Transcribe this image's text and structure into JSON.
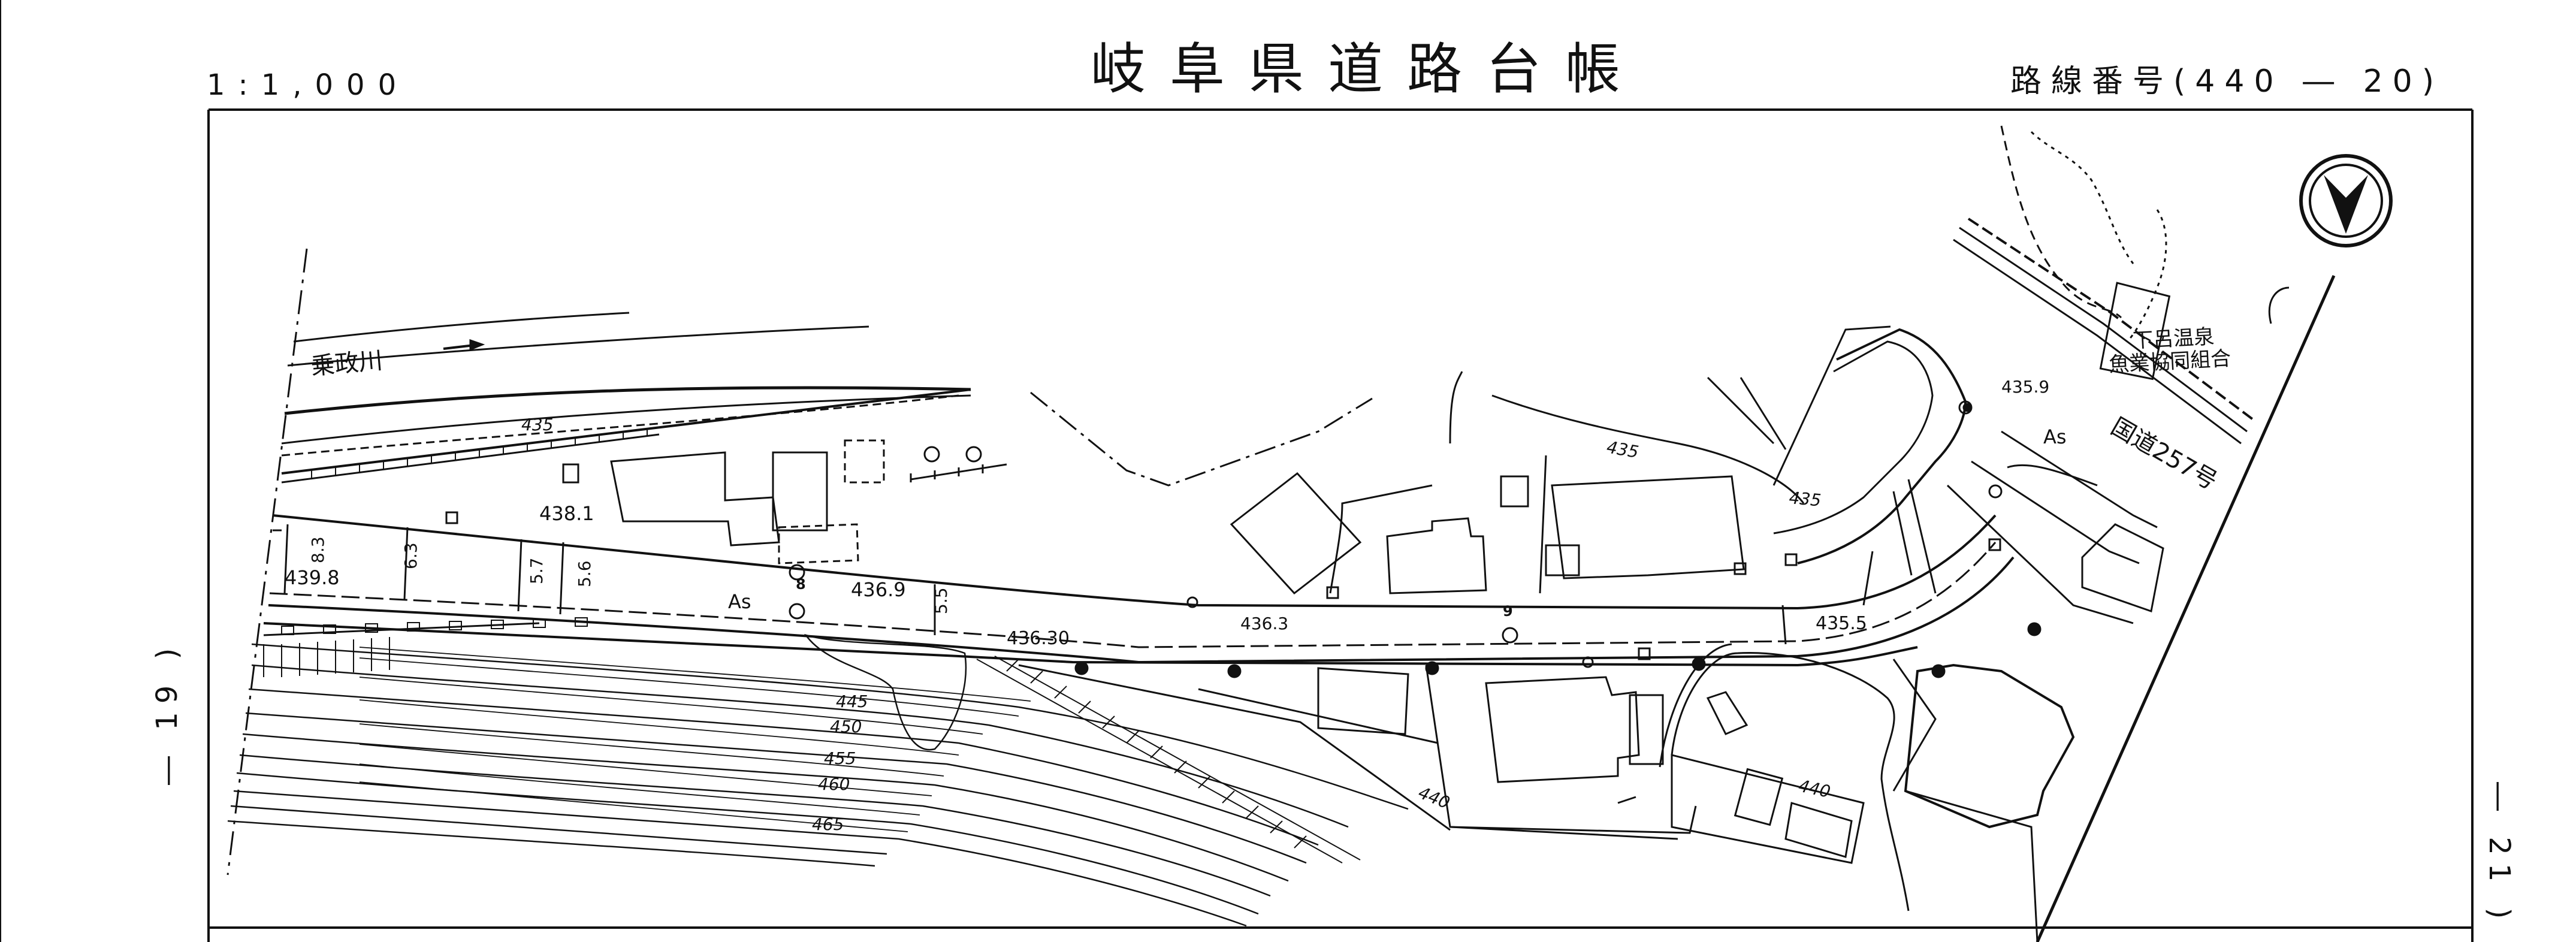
{
  "header": {
    "scale": "1:1,000",
    "title": "岐阜県道路台帳",
    "route_number": "路線番号(440 ― 20)"
  },
  "sheet_numbers": {
    "left": "― 19 )",
    "right": "― 21 )"
  },
  "map": {
    "place_labels": {
      "river": "乗政川",
      "facility_line1": "下呂温泉",
      "facility_line2": "魚業協同組合",
      "national_road": "国道257号"
    },
    "surface_labels": {
      "as_left": "As",
      "as_right": "As"
    },
    "spot_heights": {
      "h1": "438.1",
      "h2": "439.8",
      "h3": "436.9",
      "h4": "436.30",
      "h5": "436.3",
      "h6": "435.5",
      "h7": "435.9"
    },
    "contours": {
      "c435": "435",
      "c445": "445",
      "c450": "450",
      "c455": "455",
      "c460": "460",
      "c465": "465",
      "c440": "440",
      "c440b": "440",
      "c435b": "435",
      "c435c": "435"
    },
    "widths": {
      "w1": "8.3",
      "w2": "6.3",
      "w3": "5.7",
      "w4": "5.6",
      "w5": "5.5"
    },
    "markers": {
      "m8": "8",
      "m9": "9"
    },
    "colors": {
      "line": "#111111",
      "background": "#ffffff"
    }
  }
}
